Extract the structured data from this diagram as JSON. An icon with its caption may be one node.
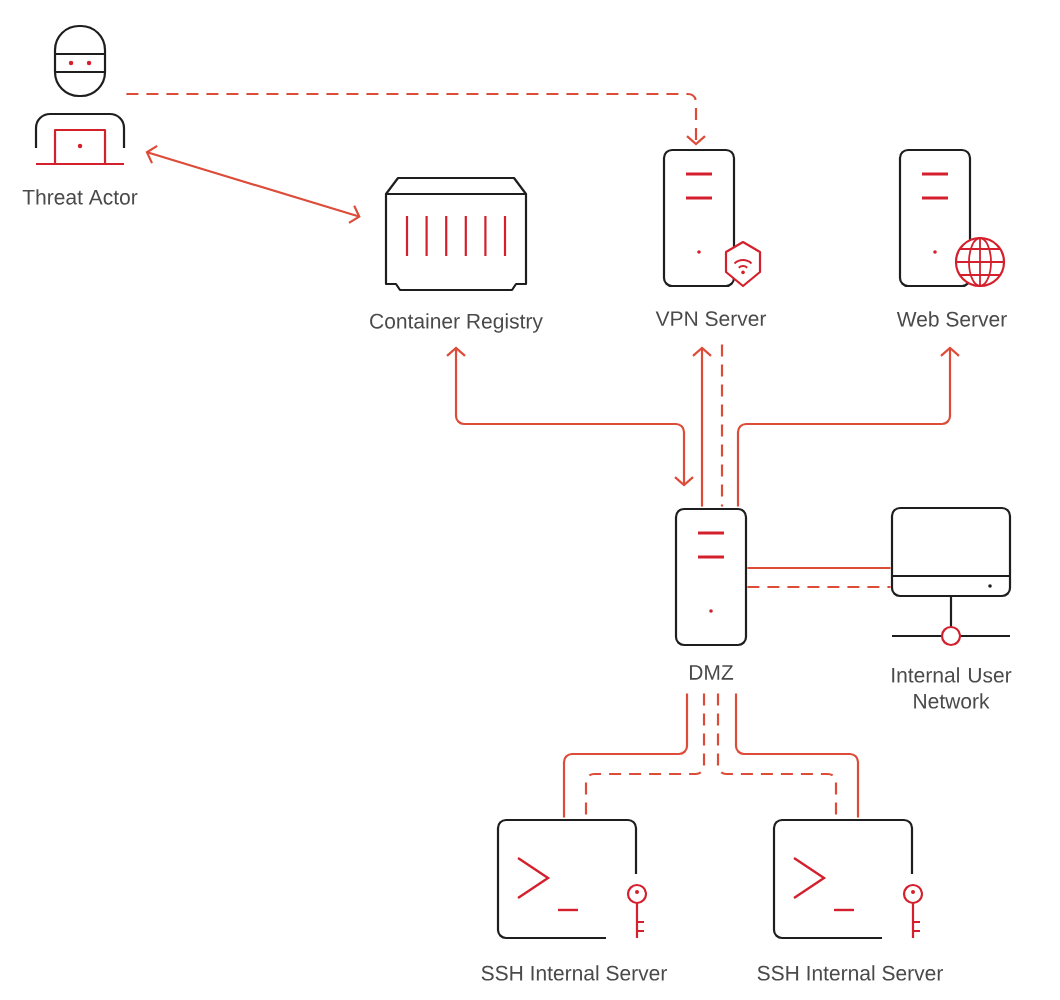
{
  "diagram": {
    "nodes": [
      {
        "text": [
          "Threat Actor"
        ]
      },
      {
        "text": [
          "Container Registry"
        ]
      },
      {
        "text": [
          "VPN Server"
        ]
      },
      {
        "text": [
          "Web Server"
        ]
      },
      {
        "text": [
          "DMZ"
        ]
      },
      {
        "text": [
          "Internal User Network"
        ]
      },
      {
        "text": [
          "SSH Internal Server"
        ]
      },
      {
        "text": [
          "SSH Internal Server"
        ]
      }
    ],
    "edges": [
      {
        "from": 0,
        "to": 1,
        "arrow": "both"
      },
      {
        "from": 0,
        "to": 2,
        "arrow": "to",
        "style": "dashed"
      },
      {
        "from": 1,
        "to": 4,
        "arrow": "both"
      },
      {
        "from": 4,
        "to": 2,
        "arrow": "to"
      },
      {
        "from": 2,
        "to": 4,
        "arrow": "none",
        "style": "dashed"
      },
      {
        "from": 4,
        "to": 3,
        "arrow": "to"
      },
      {
        "from": 4,
        "to": 5,
        "arrow": "none"
      },
      {
        "from": 4,
        "to": 5,
        "arrow": "none",
        "style": "dashed"
      },
      {
        "from": 4,
        "to": 6,
        "arrow": "none"
      },
      {
        "from": 4,
        "to": 6,
        "arrow": "none",
        "style": "dashed"
      },
      {
        "from": 4,
        "to": 7,
        "arrow": "none"
      },
      {
        "from": 4,
        "to": 7,
        "arrow": "none",
        "style": "dashed"
      }
    ]
  }
}
